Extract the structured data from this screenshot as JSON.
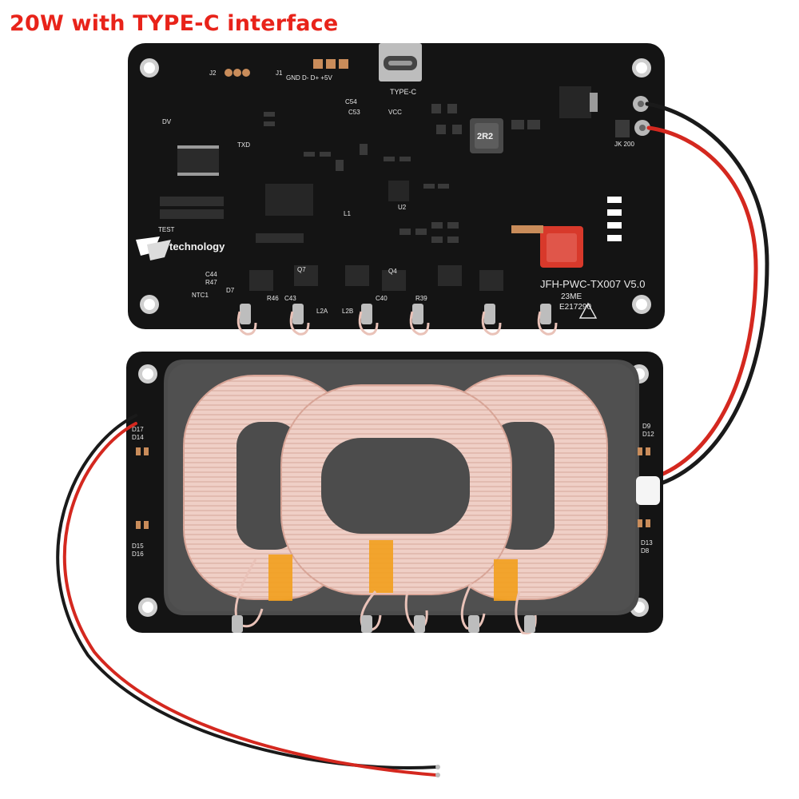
{
  "caption": "20W with TYPE-C interface",
  "board": {
    "brand_text": "technology",
    "model": "JFH-PWC-TX007 V5.0",
    "date_code": "23ME",
    "cert_code": "E217290",
    "usb_label": "TYPE-C",
    "inductor_label": "2R2",
    "connector_pins": "GND D- D+ +5V",
    "labels": {
      "j1": "J1",
      "j2": "J2",
      "test": "TEST",
      "txd": "TXD",
      "dv": "DV",
      "ntc": "NTC1",
      "l2a": "L2A",
      "l2b": "L2B",
      "l1": "L1",
      "u2": "U2",
      "vcc": "VCC",
      "c53": "C53",
      "c54": "C54",
      "jk": "JK 200",
      "c44": "C44",
      "r47": "R47",
      "d7": "D7",
      "r46": "R46",
      "c43": "C43",
      "c40": "C40",
      "r39": "R39",
      "q4": "Q4",
      "q7": "Q7"
    }
  },
  "coil_board": {
    "labels": {
      "d17": "D17",
      "d14": "D14",
      "d15": "D15",
      "d16": "D16",
      "d9": "D9",
      "d12": "D12",
      "d13": "D13",
      "d8": "D8"
    }
  },
  "colors": {
    "caption": "#e8231a",
    "pcb": "#141414",
    "copper_wire": "#e9c2b8",
    "kapton": "#f2a11f",
    "capacitor": "#d8392b"
  }
}
